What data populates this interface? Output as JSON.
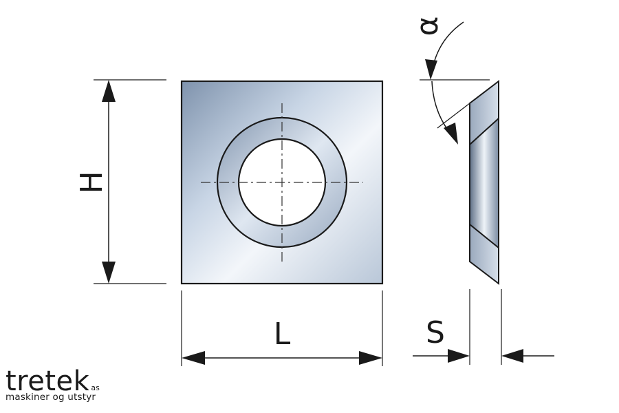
{
  "labels": {
    "height": "H",
    "length": "L",
    "thickness": "S",
    "angle": "α"
  },
  "logo": {
    "name": "tretek",
    "suffix": "as",
    "tagline": "maskiner og utstyr"
  },
  "colors": {
    "line": "#1a1a1a",
    "steel_light": "#e8eef6",
    "steel_mid": "#a8b8cc",
    "steel_dark": "#6f7f95"
  }
}
